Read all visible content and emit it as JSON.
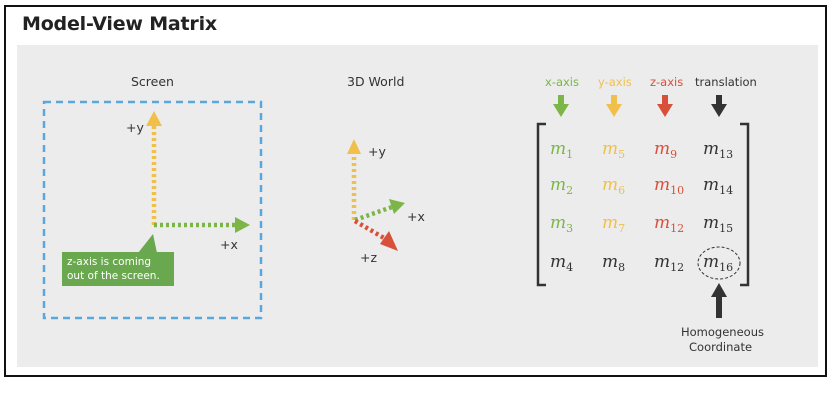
{
  "title": "Model-View Matrix",
  "screen": {
    "label": "Screen",
    "plus_y": "+y",
    "plus_x": "+x",
    "callout": "z-axis is coming out of the screen."
  },
  "world": {
    "label": "3D World",
    "plus_y": "+y",
    "plus_x": "+x",
    "plus_z": "+z"
  },
  "matrix": {
    "headers": [
      "x-axis",
      "y-axis",
      "z-axis",
      "translation"
    ],
    "rows": [
      [
        {
          "b": "m",
          "s": "1"
        },
        {
          "b": "m",
          "s": "5"
        },
        {
          "b": "m",
          "s": "9"
        },
        {
          "b": "m",
          "s": "13"
        }
      ],
      [
        {
          "b": "m",
          "s": "2"
        },
        {
          "b": "m",
          "s": "6"
        },
        {
          "b": "m",
          "s": "10"
        },
        {
          "b": "m",
          "s": "14"
        }
      ],
      [
        {
          "b": "m",
          "s": "3"
        },
        {
          "b": "m",
          "s": "7"
        },
        {
          "b": "m",
          "s": "12"
        },
        {
          "b": "m",
          "s": "15"
        }
      ],
      [
        {
          "b": "m",
          "s": "4"
        },
        {
          "b": "m",
          "s": "8"
        },
        {
          "b": "m",
          "s": "12"
        },
        {
          "b": "m",
          "s": "16"
        }
      ]
    ],
    "homogeneous_label_line1": "Homogeneous",
    "homogeneous_label_line2": "Coordinate"
  },
  "colors": {
    "green": "#7cb548",
    "yellow": "#f0c04a",
    "red": "#d8503a",
    "dark": "#333333",
    "blue_dashed": "#5aa7de",
    "callout_bg": "#6aa84f"
  }
}
